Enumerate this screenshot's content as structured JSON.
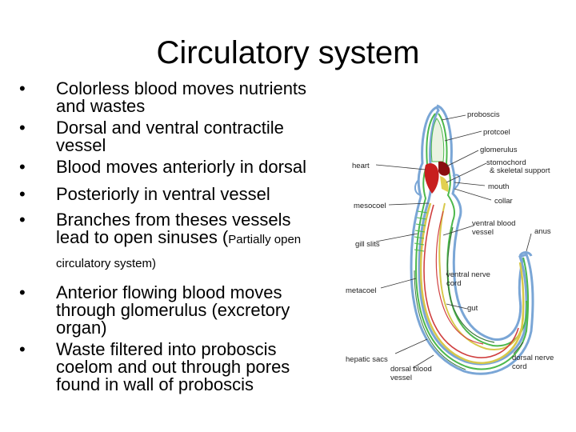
{
  "slide": {
    "title": "Circulatory system",
    "bullets": [
      {
        "bullet": "•",
        "lines": [
          "Colorless blood moves nutrients",
          "and wastes"
        ]
      },
      {
        "bullet": "•",
        "lines": [
          "Dorsal and ventral contractile",
          "vessel"
        ]
      },
      {
        "bullet": "•",
        "lines": [
          "Blood moves anteriorly in dorsal"
        ]
      },
      {
        "bullet": "•",
        "lines": [
          "Posteriorly in ventral vessel"
        ]
      },
      {
        "bullet": "•",
        "lines": [
          "Branches from theses vessels",
          "lead to open sinuses ("
        ],
        "inline_small": "Partially open",
        "tail_small": "circulatory system)"
      },
      {
        "bullet": "•",
        "lines": [
          "Anterior flowing blood moves",
          "through glomerulus (excretory",
          "organ)"
        ]
      },
      {
        "bullet": "•",
        "lines": [
          "Waste filtered into proboscis",
          "coelom and out through pores",
          "found in wall of proboscis"
        ]
      }
    ]
  },
  "diagram": {
    "labels": {
      "proboscis": "proboscis",
      "protocoel": "protcoel",
      "glomerulus": "glomerulus",
      "stomochord": "stomochord",
      "skeletal_support": "& skeletal support",
      "heart": "heart",
      "mouth": "mouth",
      "collar": "collar",
      "mesocoel": "mesocoel",
      "ventral_blood_vessel_1": "ventral blood",
      "ventral_blood_vessel_2": "vessel",
      "anus": "anus",
      "gill_slits": "gill slits",
      "ventral_nerve_cord_1": "ventral nerve",
      "ventral_nerve_cord_2": "cord",
      "metacoel": "metacoel",
      "gut": "gut",
      "hepatic_sacs": "hepatic sacs",
      "dorsal_blood_vessel_1": "dorsal blood",
      "dorsal_blood_vessel_2": "vessel",
      "dorsal_nerve_cord_1": "dorsal nerve",
      "dorsal_nerve_cord_2": "cord"
    },
    "colors": {
      "outer_body": "#7aa6d6",
      "muscle_layer": "#4cb84c",
      "gut_layer": "#d8c84a",
      "heart": "#c81e1e",
      "blood_vessel": "#d04040",
      "nerve": "#3a7a3a"
    }
  }
}
